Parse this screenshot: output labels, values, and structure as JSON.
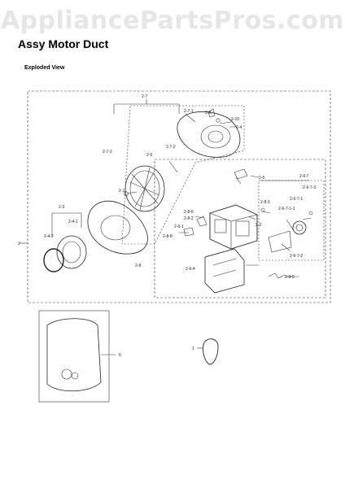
{
  "watermark": "AppliancePartsPros.com",
  "title": "Assy Motor Duct",
  "subtitle": "Exploded View",
  "labels": {
    "l2": "2",
    "l27": "2-7",
    "l271": "2-7-1",
    "l272": "2-7-2",
    "l273": "2-7-3",
    "l26": "2-6",
    "l210": "2-10",
    "l24": "2-4",
    "l28a": "2-8",
    "l21": "2-1",
    "l23": "2-3",
    "l241": "2-4-1",
    "l242": "2-4-2",
    "l25": "2-5",
    "l267": "2-6-7",
    "l2673": "2-6-7-3",
    "l2671": "2-6-7-1",
    "l26711": "2-6-7-1-1",
    "l2672": "2-6-7-2",
    "l286": "2-8-6",
    "l283": "2-8-3",
    "l282": "2-8-2",
    "l261": "2-6-1",
    "l288": "2-8-8",
    "l22": "2-2",
    "l28b": "2-8",
    "l264": "2-6-4",
    "l285": "2-8-5",
    "l6": "6",
    "l1": "1"
  }
}
